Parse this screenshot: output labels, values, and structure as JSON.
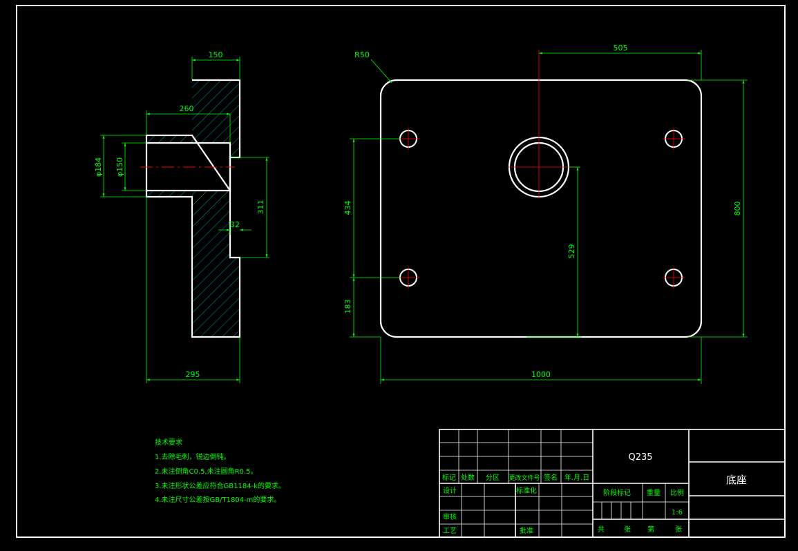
{
  "colors": {
    "background": "#000000",
    "outline": "#ffffff",
    "dimension": "#00ff00",
    "hatch": "#00bfbf",
    "centerline": "#ff0000"
  },
  "side_view": {
    "dims": {
      "top_width": "150",
      "bore_depth": "260",
      "outer_dia": "φ184",
      "bore_dia": "φ150",
      "step_height": "311",
      "step_depth": "32",
      "total_width": "295"
    }
  },
  "plan_view": {
    "dims": {
      "corner_radius": "R50",
      "center_offset": "505",
      "height": "800",
      "hole_spacing": "434",
      "bottom_offset": "183",
      "center_height": "529",
      "width": "1000"
    }
  },
  "notes": {
    "title": "技术要求",
    "items": [
      "1.去除毛刺，锐边倒钝。",
      "2.未注倒角C0.5,未注圆角R0.5。",
      "3.未注形状公差应符合GB1184-k的要求。",
      "4.未注尺寸公差按GB/T1804-m的要求。"
    ]
  },
  "title_block": {
    "rev_headers": [
      "标记",
      "处数",
      "分区",
      "更改文件号",
      "签名",
      "年.月.日"
    ],
    "material": "Q235",
    "part_name": "底座",
    "row_design": "设计",
    "row_standard": "标准化",
    "row_review": "审核",
    "row_process": "工艺",
    "row_approve": "批准",
    "stage_mark": "阶段标记",
    "weight": "重量",
    "scale_label": "比例",
    "scale_value": "1:6",
    "sheets_total": "共",
    "sheet_unit1": "张",
    "sheet_no": "第",
    "sheet_unit2": "张"
  }
}
